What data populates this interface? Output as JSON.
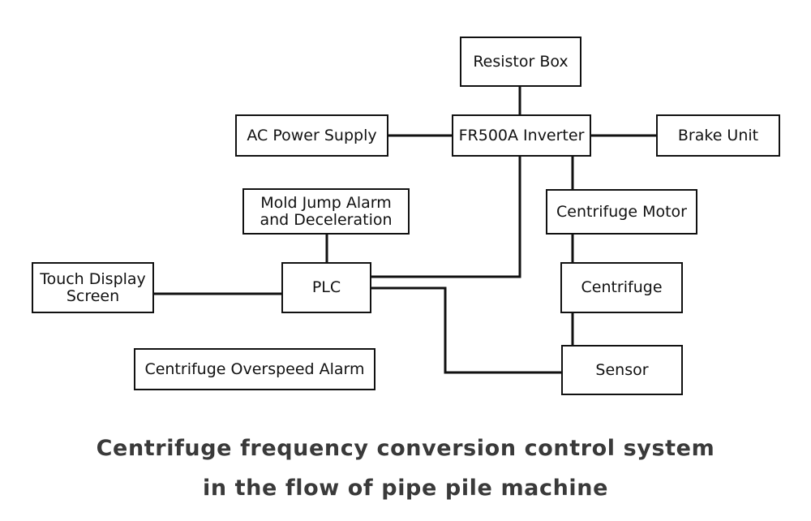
{
  "nodes": {
    "resistor_box": "Resistor Box",
    "ac_power_supply": "AC Power Supply",
    "inverter": "FR500A Inverter",
    "brake_unit": "Brake Unit",
    "mold_jump_alarm": "Mold Jump Alarm\nand Deceleration",
    "centrifuge_motor": "Centrifuge Motor",
    "touch_display": "Touch Display\nScreen",
    "plc": "PLC",
    "centrifuge": "Centrifuge",
    "overspeed_alarm": "Centrifuge Overspeed Alarm",
    "sensor": "Sensor"
  },
  "edges": [
    [
      "resistor_box",
      "inverter"
    ],
    [
      "ac_power_supply",
      "inverter"
    ],
    [
      "inverter",
      "brake_unit"
    ],
    [
      "inverter",
      "plc"
    ],
    [
      "inverter",
      "centrifuge_motor"
    ],
    [
      "mold_jump_alarm",
      "plc"
    ],
    [
      "touch_display",
      "plc"
    ],
    [
      "plc",
      "sensor"
    ],
    [
      "centrifuge_motor",
      "centrifuge"
    ],
    [
      "centrifuge",
      "sensor"
    ]
  ],
  "caption": {
    "line1": "Centrifuge frequency conversion control system",
    "line2": "in the flow of pipe pile machine"
  },
  "colors": {
    "stroke": "#111111",
    "caption": "#3a3a3a"
  }
}
